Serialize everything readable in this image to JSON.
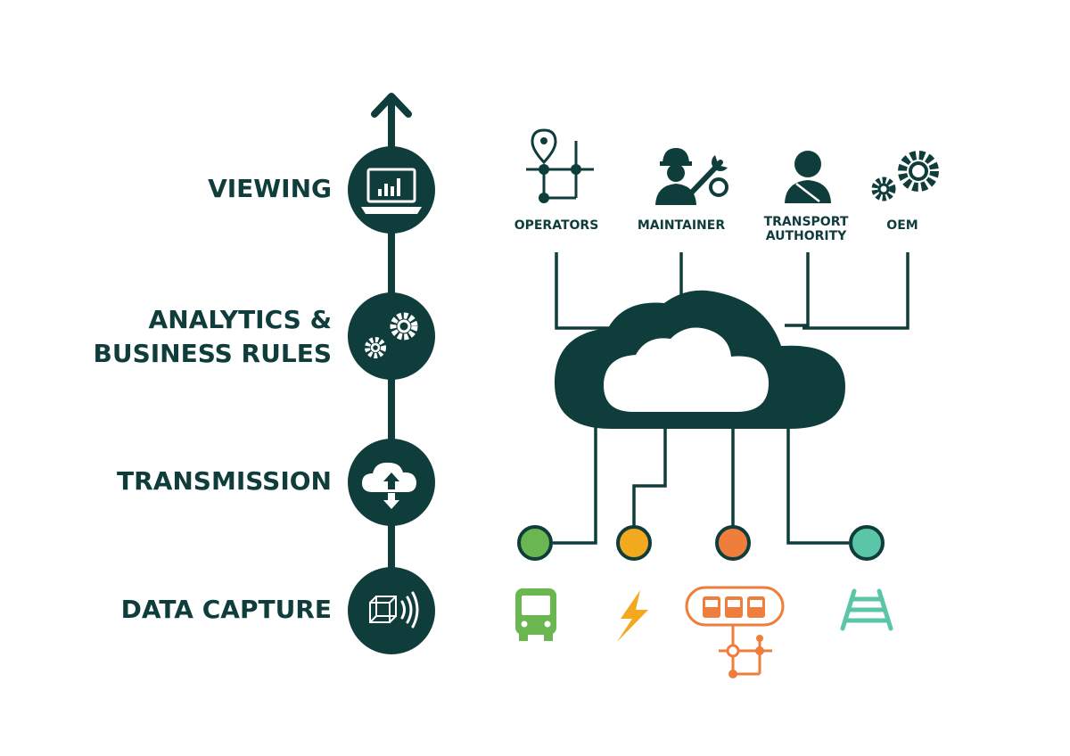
{
  "layers": [
    {
      "label": "VIEWING",
      "icon": "laptop-chart-icon"
    },
    {
      "label": "ANALYTICS &\nBUSINESS RULES",
      "icon": "gears-icon"
    },
    {
      "label": "TRANSMISSION",
      "icon": "cloud-transfer-icon"
    },
    {
      "label": "DATA CAPTURE",
      "icon": "sensor-cube-icon"
    }
  ],
  "stakeholders": [
    {
      "label": "OPERATORS",
      "icon": "location-network-icon"
    },
    {
      "label": "MAINTAINER",
      "icon": "worker-wrench-icon"
    },
    {
      "label": "TRANSPORT\nAUTHORITY",
      "icon": "person-icon"
    },
    {
      "label": "OEM",
      "icon": "gears-icon"
    }
  ],
  "assets": [
    {
      "icon": "bus-icon",
      "color": "#6ab651"
    },
    {
      "icon": "lightning-icon",
      "color": "#f2a91d"
    },
    {
      "icon": "trains-network-icon",
      "color": "#ef7d3c"
    },
    {
      "icon": "rail-track-icon",
      "color": "#5bc5a7"
    }
  ],
  "colors": {
    "primary": "#0f3d3b",
    "bus": "#6ab651",
    "energy": "#f2a91d",
    "rail": "#ef7d3c",
    "track": "#5bc5a7"
  }
}
